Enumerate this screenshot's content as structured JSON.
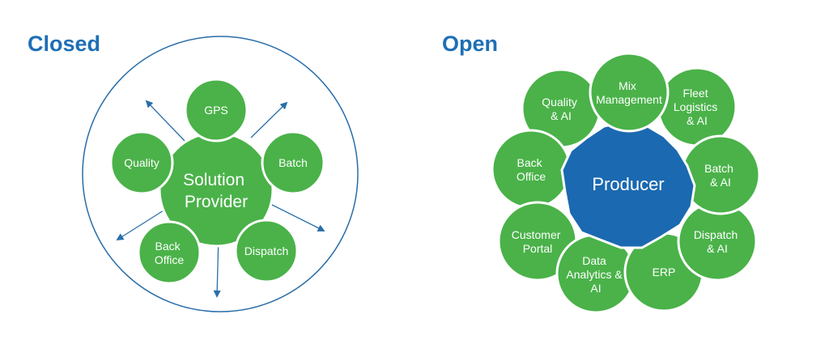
{
  "colors": {
    "title_blue": "#1d6fb5",
    "node_green": "#4ab249",
    "node_border": "#ffffff",
    "core_blue": "#1b69b1",
    "outline_blue": "#2a6ea8"
  },
  "closed": {
    "title": "Closed",
    "center": [
      "Solution",
      "Provider"
    ],
    "nodes": {
      "gps": [
        "GPS"
      ],
      "quality": [
        "Quality"
      ],
      "batch": [
        "Batch"
      ],
      "back_office": [
        "Back",
        "Office"
      ],
      "dispatch": [
        "Dispatch"
      ]
    }
  },
  "open": {
    "title": "Open",
    "center": [
      "Producer"
    ],
    "nodes": {
      "quality_ai": [
        "Quality",
        "& AI"
      ],
      "mix_management": [
        "Mix",
        "Management"
      ],
      "fleet_logistics_ai": [
        "Fleet",
        "Logistics",
        "& AI"
      ],
      "batch_ai": [
        "Batch",
        "& AI"
      ],
      "dispatch_ai": [
        "Dispatch",
        "& AI"
      ],
      "erp": [
        "ERP"
      ],
      "data_analytics_ai": [
        "Data",
        "Analytics &",
        "AI"
      ],
      "customer_portal": [
        "Customer",
        "Portal"
      ],
      "back_office": [
        "Back",
        "Office"
      ]
    }
  }
}
